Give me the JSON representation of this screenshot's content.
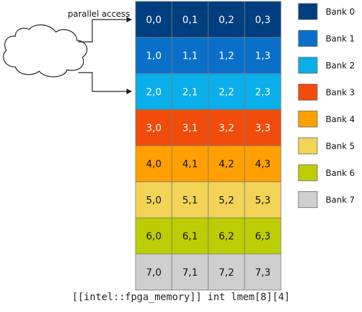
{
  "annotation": {
    "label": "parallel access"
  },
  "caption": "[[intel::fpga_memory]] int lmem[8][4]",
  "banks": [
    {
      "label": "Bank 0",
      "color": "#003f7f",
      "text_color": "#ffffff",
      "cells": [
        "0,0",
        "0,1",
        "0,2",
        "0,3"
      ]
    },
    {
      "label": "Bank 1",
      "color": "#0a6fc9",
      "text_color": "#ffffff",
      "cells": [
        "1,0",
        "1,1",
        "1,2",
        "1,3"
      ]
    },
    {
      "label": "Bank 2",
      "color": "#0aaee8",
      "text_color": "#ffffff",
      "cells": [
        "2,0",
        "2,1",
        "2,2",
        "2,3"
      ]
    },
    {
      "label": "Bank 3",
      "color": "#f24c0c",
      "text_color": "#ffffff",
      "cells": [
        "3,0",
        "3,1",
        "3,2",
        "3,3"
      ]
    },
    {
      "label": "Bank 4",
      "color": "#ffa000",
      "text_color": "#111111",
      "cells": [
        "4,0",
        "4,1",
        "4,2",
        "4,3"
      ]
    },
    {
      "label": "Bank 5",
      "color": "#f3d457",
      "text_color": "#111111",
      "cells": [
        "5,0",
        "5,1",
        "5,2",
        "5,3"
      ]
    },
    {
      "label": "Bank 6",
      "color": "#bccd04",
      "text_color": "#111111",
      "cells": [
        "6,0",
        "6,1",
        "6,2",
        "6,3"
      ]
    },
    {
      "label": "Bank 7",
      "color": "#cfcfcf",
      "text_color": "#111111",
      "cells": [
        "7,0",
        "7,1",
        "7,2",
        "7,3"
      ]
    }
  ]
}
